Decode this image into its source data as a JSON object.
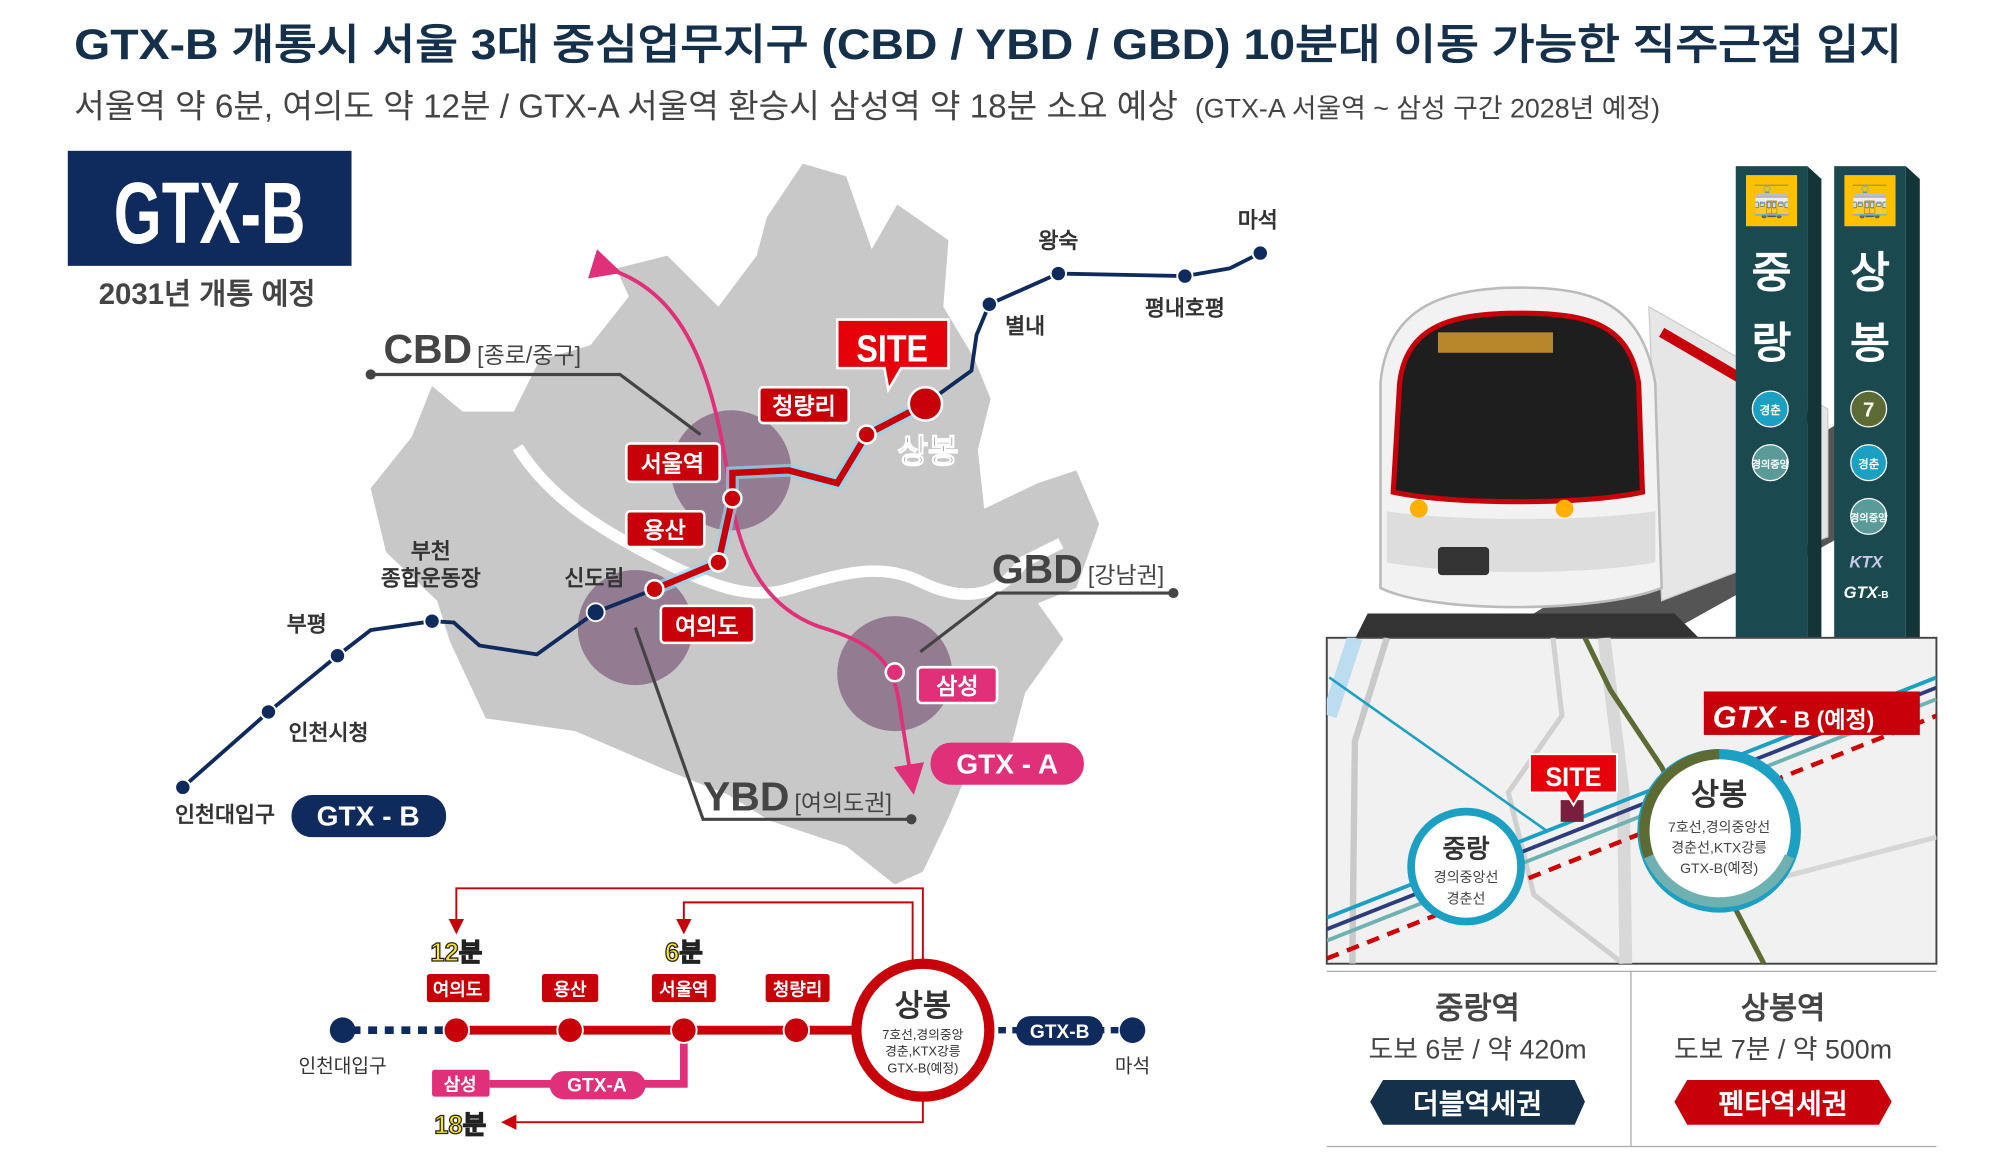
{
  "header": {
    "title": "GTX-B 개통시 서울 3대 중심업무지구 (CBD / YBD / GBD) 10분대 이동 가능한 직주근접 입지",
    "subtitle_main": "서울역 약 6분, 여의도 약 12분 / GTX-A 서울역 환승시 삼성역 약 18분 소요 예상",
    "subtitle_note": "(GTX-A 서울역 ~ 삼성 구간 2028년 예정)"
  },
  "badge": {
    "title": "GTX-B",
    "subtitle": "2031년 개통 예정"
  },
  "colors": {
    "navy": "#0f2a5c",
    "red": "#c8000a",
    "pink": "#e0307a",
    "district": "#8a6e87",
    "map_gray": "#c8c8c8",
    "sign_green": "#1a4a4f"
  },
  "map": {
    "site_label": "SITE",
    "site_station": "상봉",
    "districts": [
      {
        "code": "CBD",
        "area": "[종로/중구]"
      },
      {
        "code": "YBD",
        "area": "[여의도권]"
      },
      {
        "code": "GBD",
        "area": "[강남권]"
      }
    ],
    "gtxb_stations_red": [
      "청량리",
      "서울역",
      "용산",
      "여의도"
    ],
    "gtxb_stations_other": [
      "신도림",
      "부천",
      "종합운동장",
      "부평",
      "인천시청",
      "인천대입구",
      "별내",
      "왕숙",
      "평내호평",
      "마석"
    ],
    "gtxa_station": "삼성",
    "gtxb_line_label": "GTX - B",
    "gtxa_line_label": "GTX - A"
  },
  "diagram": {
    "start": "인천대입구",
    "end": "마석",
    "stations": [
      "여의도",
      "용산",
      "서울역",
      "청량리"
    ],
    "hub": {
      "name": "상봉",
      "lines": [
        "7호선,경의중앙",
        "경춘,KTX강릉",
        "GTX-B(예정)"
      ]
    },
    "times": {
      "yeouido": "12분",
      "seoul": "6분",
      "samseong": "18분"
    },
    "gtxb_label": "GTX-B",
    "gtxa_label": "GTX-A",
    "gtxa_station": "삼성"
  },
  "signs": [
    {
      "name_chars": [
        "중",
        "랑"
      ],
      "badges": [
        "경춘",
        "경의\n중앙"
      ]
    },
    {
      "name_chars": [
        "상",
        "봉"
      ],
      "badges": [
        "7",
        "경춘",
        "경의\n중앙"
      ],
      "extra": [
        "KTX",
        "GTX",
        "-B"
      ]
    }
  ],
  "minimap": {
    "gtx_label": "GTX",
    "gtx_suffix": "- B (예정)",
    "site_label": "SITE",
    "junglang": {
      "name": "중랑",
      "lines": [
        "경의중앙선",
        "경춘선"
      ]
    },
    "sangbong": {
      "name": "상봉",
      "lines": [
        "7호선,경의중앙선",
        "경춘선,KTX강릉",
        "GTX-B(예정)"
      ]
    }
  },
  "stations_info": [
    {
      "name": "중랑역",
      "walk": "도보 6분 / 약 420m",
      "tag": "더블역세권"
    },
    {
      "name": "상봉역",
      "walk": "도보 7분 / 약 500m",
      "tag": "펜타역세권"
    }
  ]
}
